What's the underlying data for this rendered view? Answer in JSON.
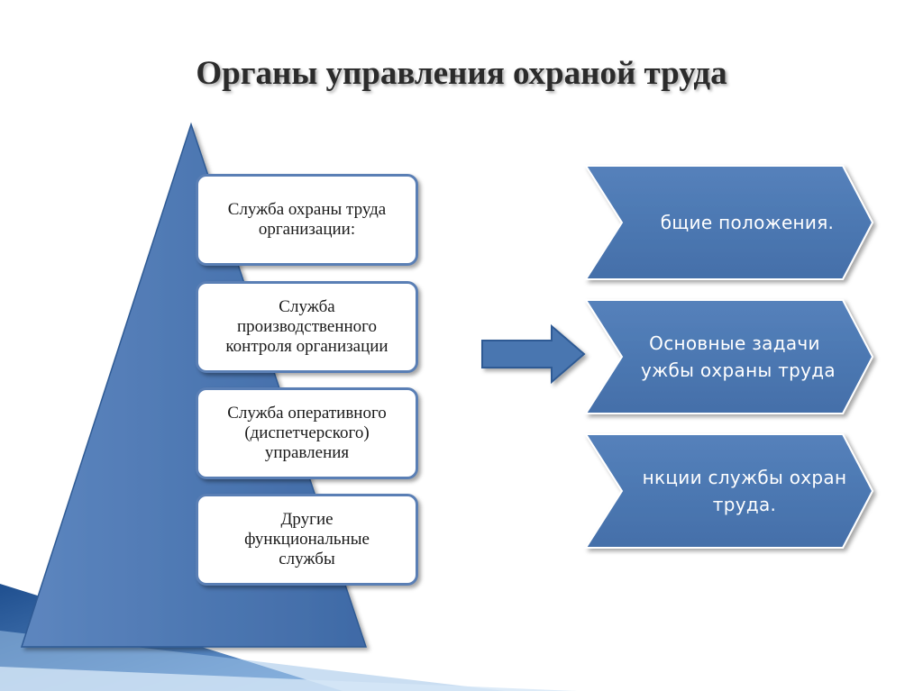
{
  "title": "Органы управления охраной труда",
  "pyramid_boxes": [
    {
      "lines": [
        "Служба охраны труда",
        "организации:"
      ]
    },
    {
      "lines": [
        "Служба",
        "производственного",
        "контроля организации"
      ]
    },
    {
      "lines": [
        "Служба оперативного",
        "(диспетчерского)",
        "управления"
      ]
    },
    {
      "lines": [
        "Другие",
        "функциональные",
        "службы"
      ]
    }
  ],
  "chevrons": [
    {
      "lines": [
        "бщие положения."
      ]
    },
    {
      "lines": [
        "Основные задачи",
        "ужбы охраны труда"
      ]
    },
    {
      "lines": [
        "нкции службы охран",
        "труда."
      ]
    }
  ],
  "colors": {
    "pyramid_fill": "#4f7ab5",
    "chevron_fill": "#4a76b0",
    "box_border": "#5a7fb5",
    "arrow_fill": "#4a76b0"
  }
}
